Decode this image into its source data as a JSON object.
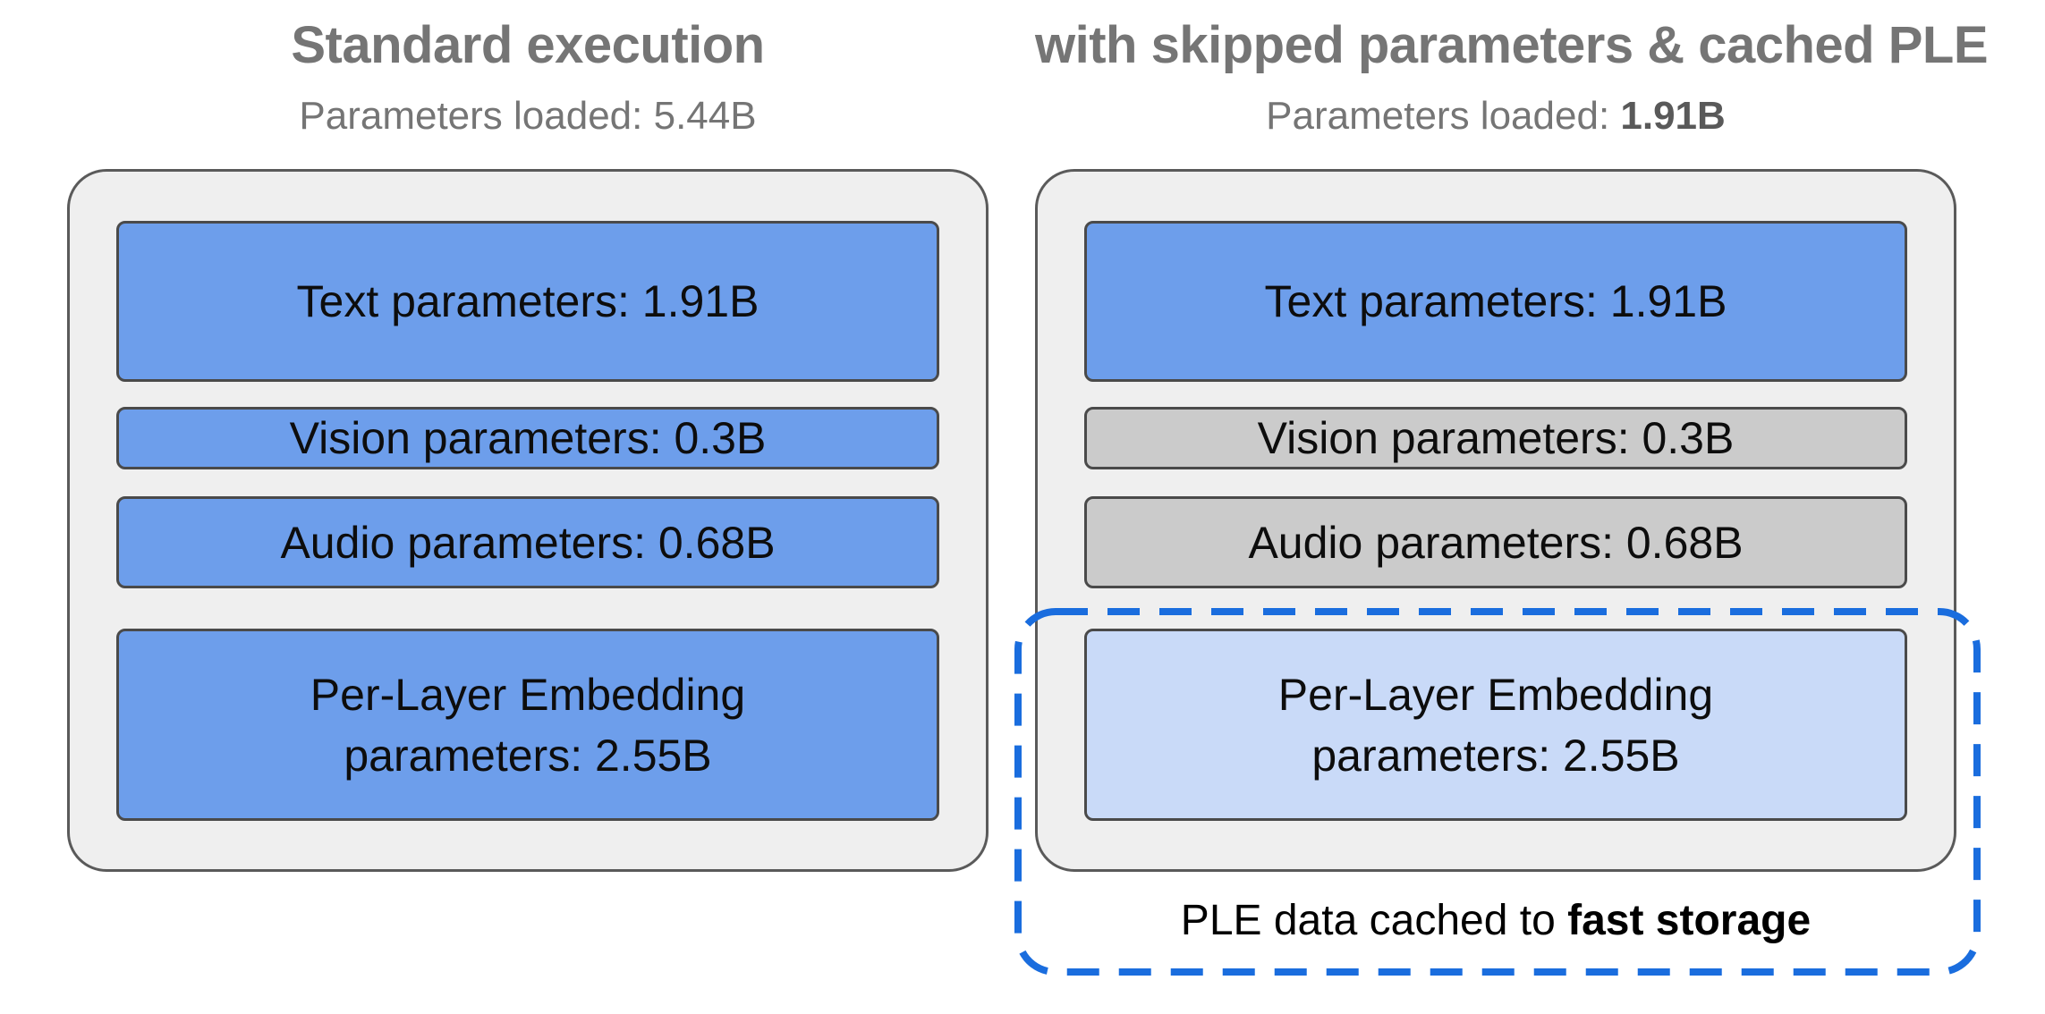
{
  "left": {
    "title": "Standard execution",
    "subtitle_prefix": "Parameters loaded: ",
    "subtitle_value": "5.44B",
    "boxes": {
      "text": "Text parameters: 1.91B",
      "vision": "Vision parameters: 0.3B",
      "audio": "Audio parameters: 0.68B",
      "ple_line1": "Per-Layer Embedding",
      "ple_line2": "parameters: 2.55B"
    }
  },
  "right": {
    "title": "with skipped parameters & cached PLE",
    "subtitle_prefix": "Parameters loaded: ",
    "subtitle_value": "1.91B",
    "boxes": {
      "text": "Text parameters: 1.91B",
      "vision": "Vision parameters: 0.3B",
      "audio": "Audio parameters: 0.68B",
      "ple_line1": "Per-Layer Embedding",
      "ple_line2": "parameters: 2.55B"
    },
    "callout_prefix": "PLE data cached to ",
    "callout_bold": "fast storage"
  },
  "colors": {
    "box_blue": "#6d9eeb",
    "box_gray": "#cbcbcb",
    "box_light_blue": "#c9daf8",
    "panel_bg": "#efefef",
    "panel_border": "#5a5a5a",
    "box_border": "#4a4a4a",
    "dashed_blue": "#1a6dde",
    "title_gray": "#757575",
    "box_text": "#0d0d0d",
    "callout_text": "#000000"
  }
}
